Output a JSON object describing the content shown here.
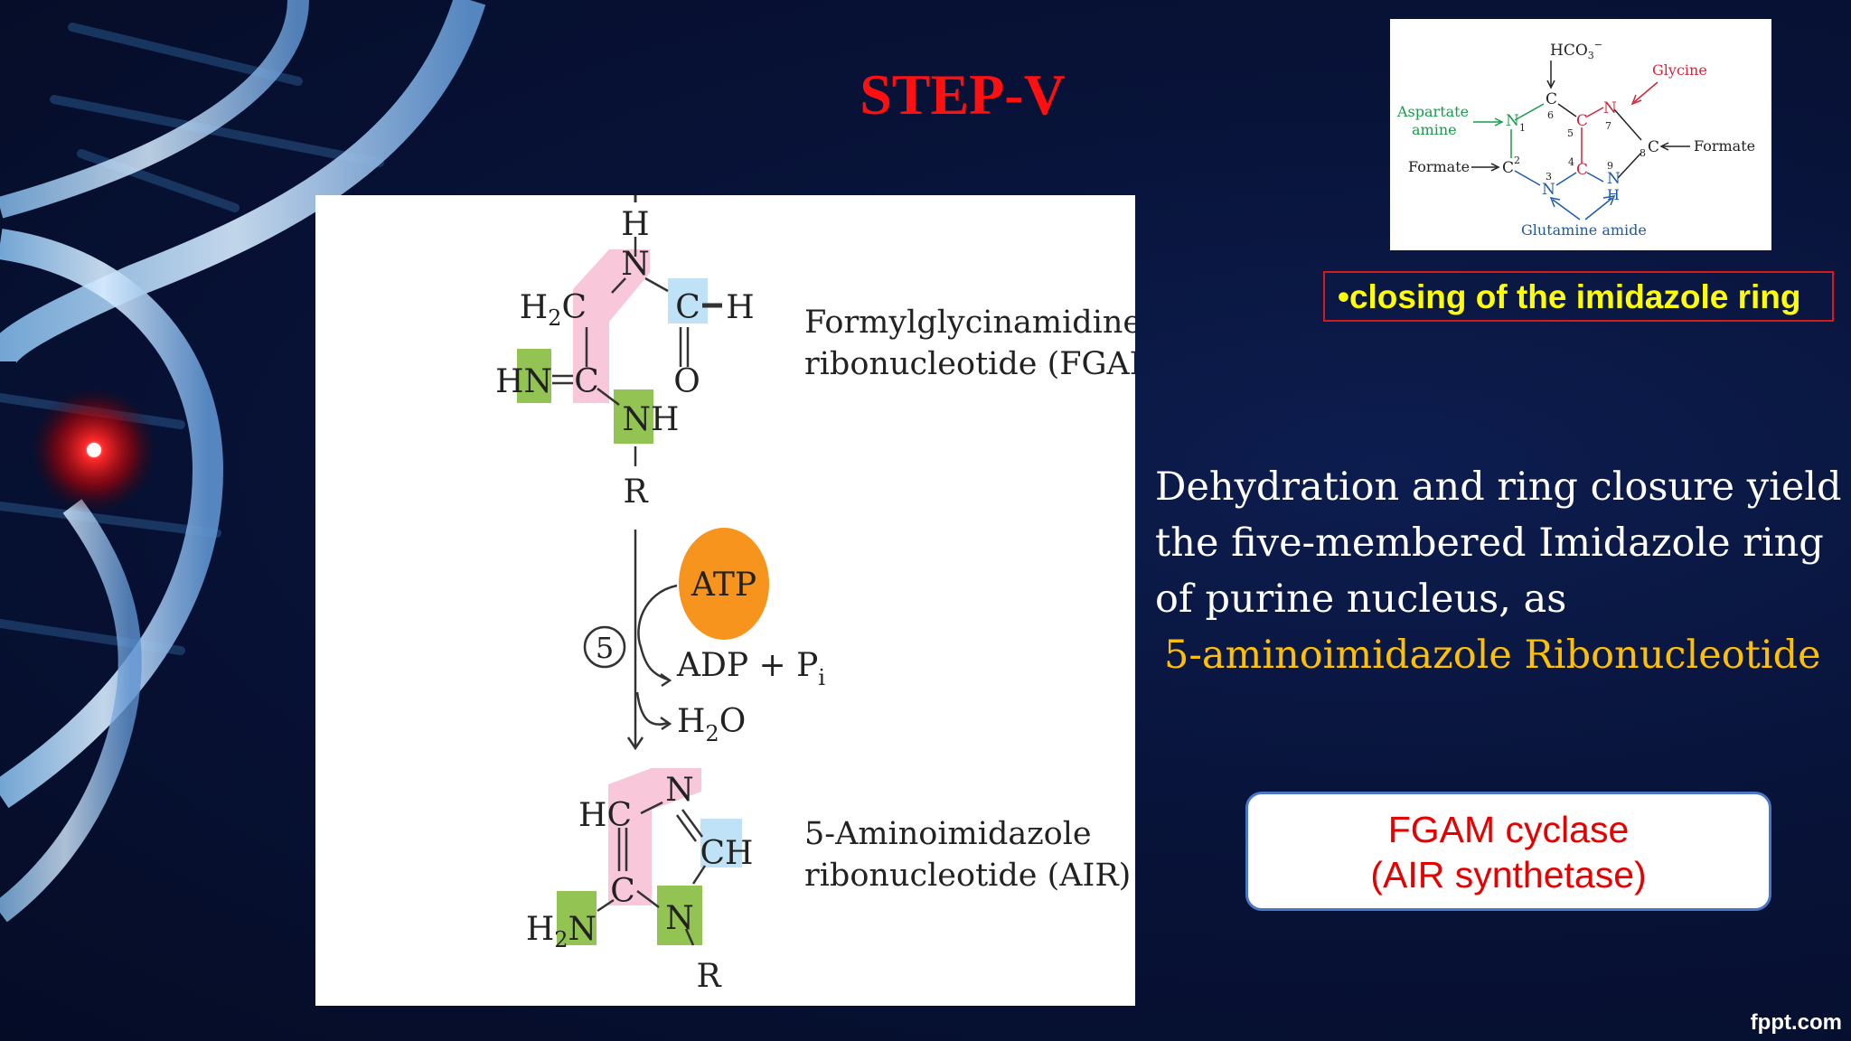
{
  "slide": {
    "title": "STEP-V",
    "caption": "•closing of the imidazole ring",
    "description_lines": [
      "Dehydration and ring closure yield",
      "the five-membered Imidazole ring",
      "of purine nucleus, as"
    ],
    "highlight_text": "5-aminoimidazole Ribonucleotide",
    "enzyme": {
      "line1": "FGAM cyclase",
      "line2": "(AIR synthetase)"
    },
    "watermark": "fppt.com"
  },
  "colors": {
    "title": "#ff1010",
    "caption_text": "#ffff00",
    "caption_border": "#d31b1b",
    "highlight": "#ffc000",
    "enzyme_text": "#e60000",
    "enzyme_border": "#4a78c6",
    "pink_highlight": "#f8c8da",
    "green_highlight": "#92c353",
    "blue_highlight": "#bfe2f6",
    "atp_circle": "#f7941d"
  },
  "reaction": {
    "top": {
      "atoms": {
        "h_top": "H",
        "n_top": "N",
        "h2c": "H2C",
        "c_h": "C",
        "h_right": "H",
        "o": "O",
        "hn": "HN",
        "c_mid": "C",
        "nh": "NH",
        "r": "R"
      },
      "name_line1": "Formylglycinamidine",
      "name_line2": "ribonucleotide (FGAM)"
    },
    "step_number": "5",
    "atp": "ATP",
    "adp_pi": "ADP + P",
    "pi_sub": "i",
    "h2o": "H2O",
    "bottom": {
      "atoms": {
        "hc": "HC",
        "n_top": "N",
        "ch": "CH",
        "c": "C",
        "n_bottom": "N",
        "h2n": "H2N",
        "r": "R"
      },
      "name_line1": "5-Aminoimidazole",
      "name_line2": "ribonucleotide (AIR)"
    }
  },
  "purine_reference": {
    "hco3": "HCO",
    "hco3_sub": "3",
    "hco3_sup": "−",
    "glycine": "Glycine",
    "aspartate_line1": "Aspartate",
    "aspartate_line2": "amine",
    "formate_left": "Formate",
    "formate_right": "Formate",
    "glutamine": "Glutamine amide",
    "atoms": {
      "n1": "N",
      "c2": "C",
      "n3": "N",
      "c4": "C",
      "c5": "C",
      "c6": "C",
      "n7": "N",
      "c8": "C",
      "n9": "N",
      "h9": "H"
    },
    "numbers": {
      "n1": "1",
      "c2": "2",
      "n3": "3",
      "c4": "4",
      "c5": "5",
      "c6": "6",
      "n7": "7",
      "c8": "8",
      "n9": "9"
    }
  }
}
